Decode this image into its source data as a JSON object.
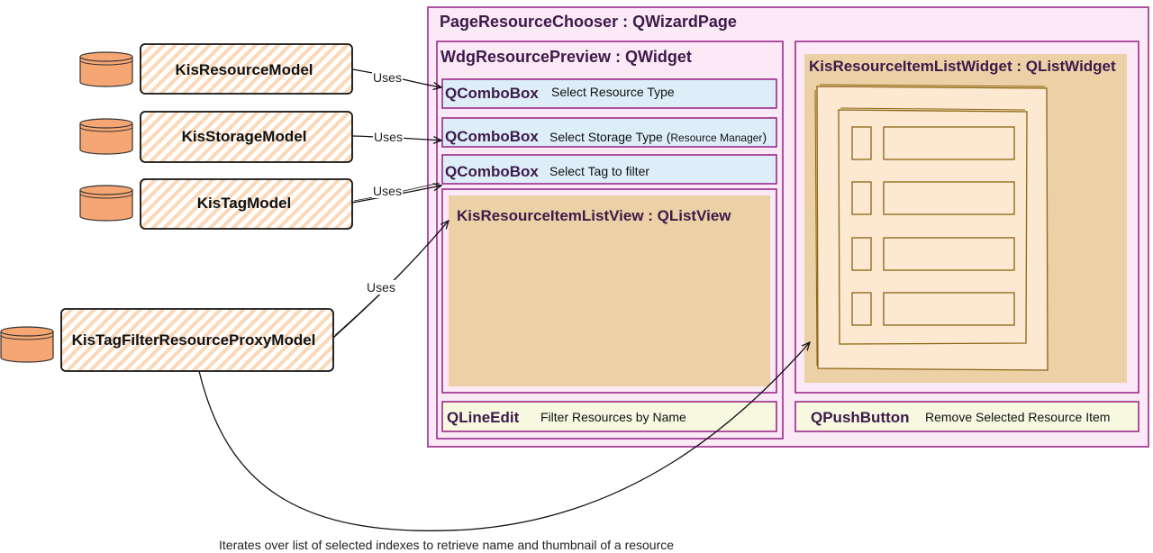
{
  "models": [
    {
      "name": "KisResourceModel"
    },
    {
      "name": "KisStorageModel"
    },
    {
      "name": "KisTagModel"
    },
    {
      "name": "KisTagFilterResourceProxyModel"
    }
  ],
  "edge_labels": {
    "uses_1": "Uses",
    "uses_2": "Uses",
    "uses_3": "Uses",
    "uses_4": "Uses",
    "iterates": "Iterates over list of selected indexes to retrieve name and thumbnail of a resource"
  },
  "wizard": {
    "title": "PageResourceChooser : QWizardPage",
    "preview": {
      "title": "WdgResourcePreview : QWidget",
      "combo1": {
        "type": "QComboBox",
        "label": "Select Resource Type"
      },
      "combo2": {
        "type": "QComboBox",
        "label": "Select Storage Type (",
        "label_small": "Resource Manager",
        "label_end": ")"
      },
      "combo3": {
        "type": "QComboBox",
        "label": "Select Tag to filter"
      },
      "listview": {
        "title": "KisResourceItemListView : QListView"
      },
      "lineedit": {
        "type": "QLineEdit",
        "label": "Filter Resources by Name"
      }
    },
    "listwidget": {
      "title": "KisResourceItemListWidget : QListWidget"
    },
    "pushbutton": {
      "type": "QPushButton",
      "label": "Remove Selected Resource Item"
    }
  },
  "colors": {
    "container_border": "#9c2a8c",
    "container_fill": "#fbe9f6",
    "combo_fill": "#ddeef9",
    "lineedit_fill": "#f6f8e0",
    "tan": "#ecd0a6",
    "hatch": "#f8c99a",
    "cylinder": "#f5a673"
  }
}
